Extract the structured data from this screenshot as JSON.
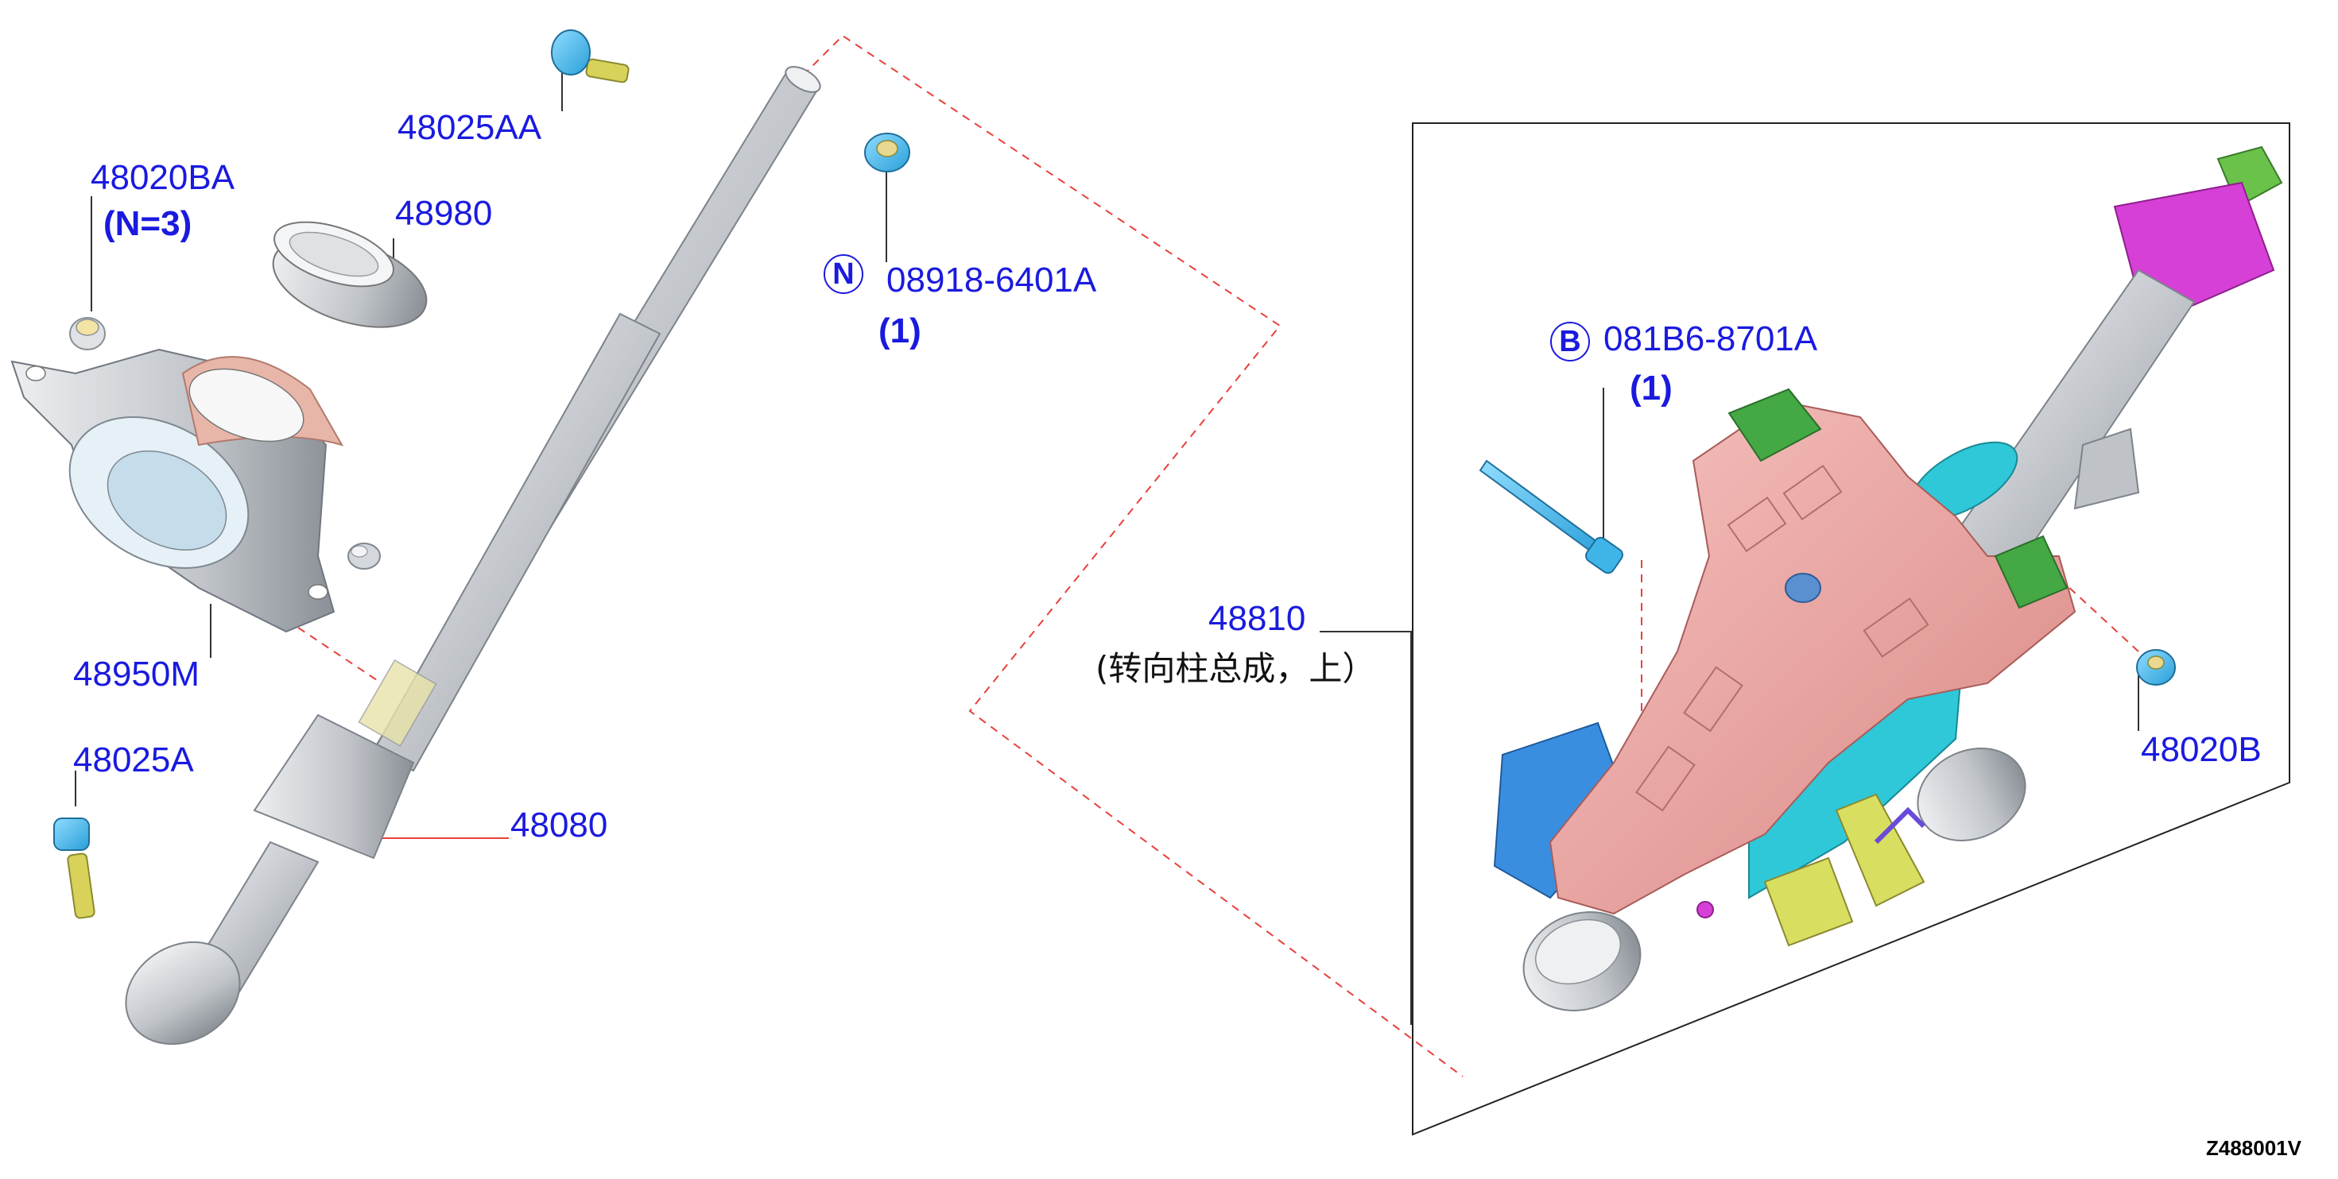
{
  "parts": {
    "p48025AA": {
      "number": "48025AA"
    },
    "p48020BA": {
      "number": "48020BA",
      "qty": "(N=3)"
    },
    "p48980": {
      "number": "48980"
    },
    "p089186401A": {
      "number": "08918-6401A",
      "qty": "(1)",
      "symbol": "N"
    },
    "p48950M": {
      "number": "48950M"
    },
    "p48025A": {
      "number": "48025A"
    },
    "p48080": {
      "number": "48080"
    },
    "p081B68701A": {
      "number": "081B6-8701A",
      "qty": "(1)",
      "symbol": "B"
    },
    "p48810": {
      "number": "48810",
      "note": "(转向柱总成，上）"
    },
    "p48020B": {
      "number": "48020B"
    }
  },
  "diagram_code": "Z488001V",
  "colors": {
    "label_blue": "#1a1adf",
    "dashed_red": "#e8403a",
    "part_grey": "#c9cdd2",
    "fastener_cyan": "#3fb4e8",
    "bracket_pink": "#e89a9a",
    "housing_cyan": "#2ec8d8",
    "sleeve_magenta": "#d640d6",
    "bracket_blue": "#3a8ee0",
    "connector_green": "#44a844",
    "clip_yellow": "#d8de60"
  },
  "icons": [
    "n-circle-icon",
    "b-circle-icon"
  ]
}
